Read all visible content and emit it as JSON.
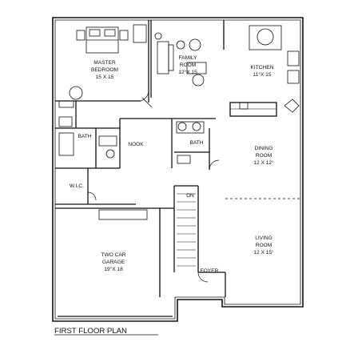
{
  "plan_title": "FIRST FLOOR PLAN",
  "rooms": {
    "master_bedroom": {
      "line1": "MASTER",
      "line2": "BEDROOM",
      "size": "15 X 15"
    },
    "family_room": {
      "line1": "FAMILY",
      "line2": "ROOM",
      "size": "12°X 15"
    },
    "kitchen": {
      "line1": "KITCHEN",
      "size": "11°X 15"
    },
    "nook": {
      "line1": "NOOK"
    },
    "bath_top": {
      "line1": "BATH"
    },
    "bath_left": {
      "line1": "BATH"
    },
    "wic": {
      "line1": "W.I.C."
    },
    "dining_room": {
      "line1": "DINING",
      "line2": "ROOM",
      "size": "12 X 12°"
    },
    "living_room": {
      "line1": "LIVING",
      "line2": "ROOM",
      "size": "12 X 15°"
    },
    "garage": {
      "line1": "TWO CAR",
      "line2": "GARAGE",
      "size": "19°X 18"
    },
    "foyer": {
      "line1": "FOYER"
    }
  },
  "stairs": {
    "label": "DN"
  },
  "colors": {
    "ink": "#111111",
    "paper": "#ffffff"
  }
}
